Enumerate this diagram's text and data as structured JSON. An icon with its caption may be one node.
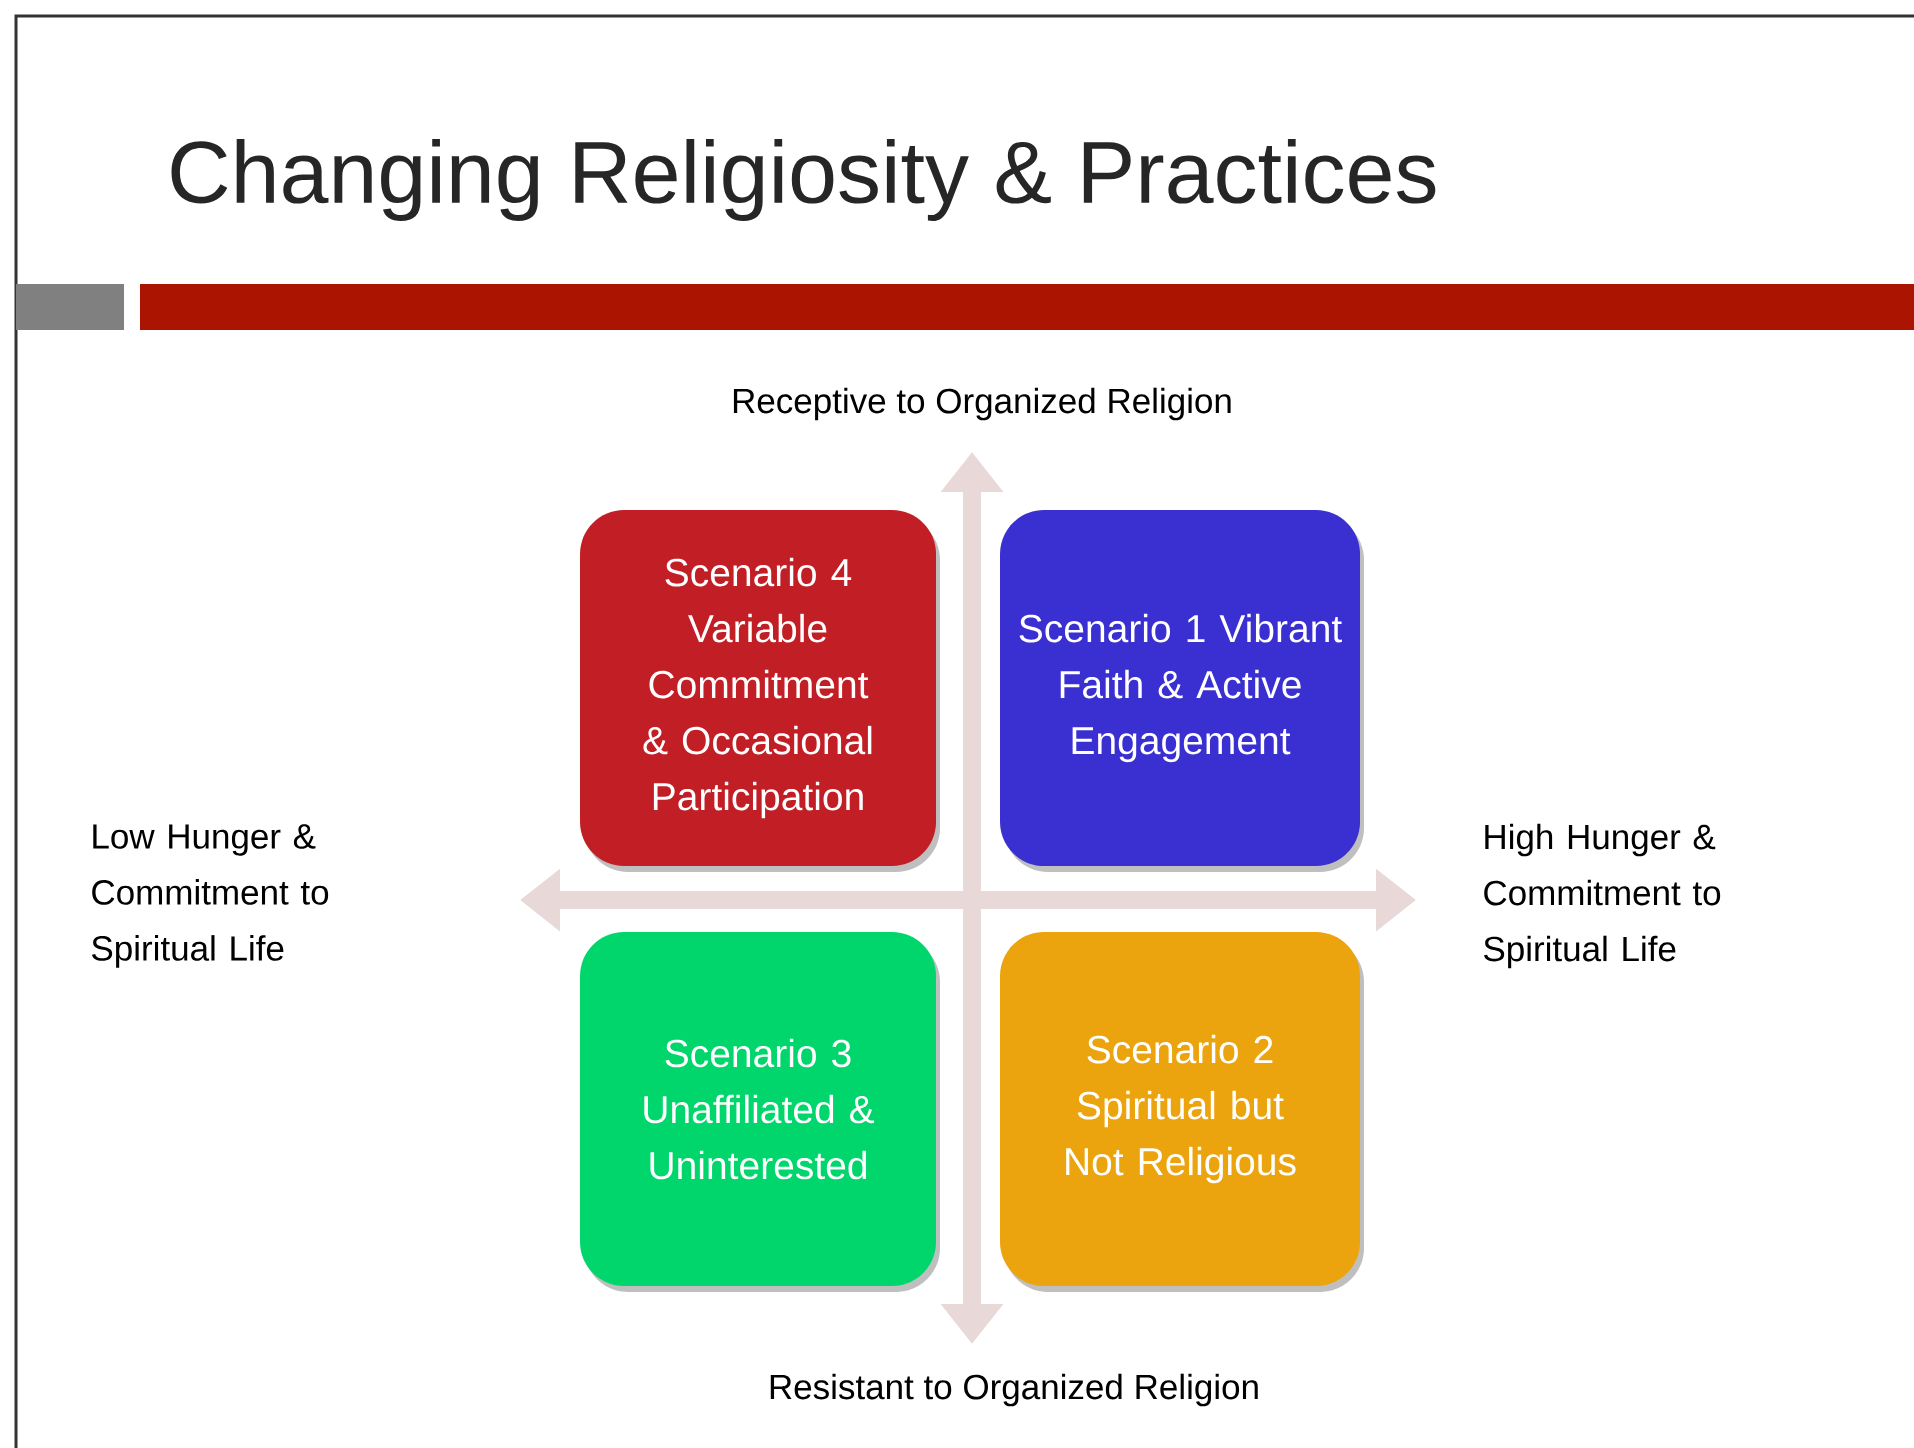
{
  "diagram": {
    "title": "Changing Religiosity & Practices",
    "nodes": [
      {
        "text": [
          "Scenario 4 Variable Commitment & Occasional Participation"
        ]
      },
      {
        "text": [
          "Scenario 1 Vibrant Faith & Active Engagement"
        ]
      },
      {
        "text": [
          "Scenario 3 Unaffiliated & Uninterested"
        ]
      },
      {
        "text": [
          "Scenario 2 Spiritual but Not Religious"
        ]
      }
    ],
    "labels": [
      "Receptive to Organized Religion",
      "Low Hunger & Commitment to Spiritual Life",
      "High Hunger & Commitment to Spiritual Life",
      "Resistant to Organized Religion"
    ]
  }
}
